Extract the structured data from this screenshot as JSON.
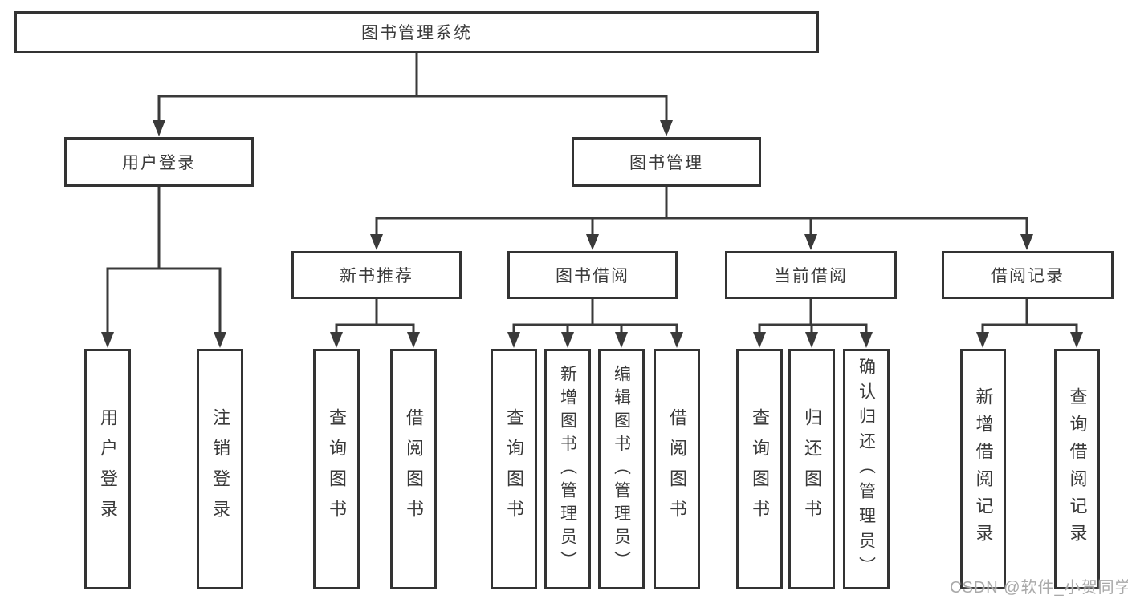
{
  "diagram": {
    "root": {
      "label": "图书管理系统"
    },
    "branches": [
      {
        "label": "用户登录",
        "children": [
          {
            "label": "用户登录"
          },
          {
            "label": "注销登录"
          }
        ]
      },
      {
        "label": "图书管理",
        "children": [
          {
            "label": "新书推荐",
            "children": [
              {
                "label": "查询图书"
              },
              {
                "label": "借阅图书"
              }
            ]
          },
          {
            "label": "图书借阅",
            "children": [
              {
                "label": "查询图书"
              },
              {
                "label": "新增图书（管理员）"
              },
              {
                "label": "编辑图书（管理员）"
              },
              {
                "label": "借阅图书"
              }
            ]
          },
          {
            "label": "当前借阅",
            "children": [
              {
                "label": "查询图书"
              },
              {
                "label": "归还图书"
              },
              {
                "label": "确认归还（管理员）"
              }
            ]
          },
          {
            "label": "借阅记录",
            "children": [
              {
                "label": "新增借阅记录"
              },
              {
                "label": "查询借阅记录"
              }
            ]
          }
        ]
      }
    ]
  },
  "watermark": "CSDN @软件_小贺同学",
  "colors": {
    "line": "#3a3a3a",
    "box_border": "#333333",
    "text": "#3a3a3a",
    "watermark": "#a9a9a9",
    "background": "#ffffff"
  }
}
